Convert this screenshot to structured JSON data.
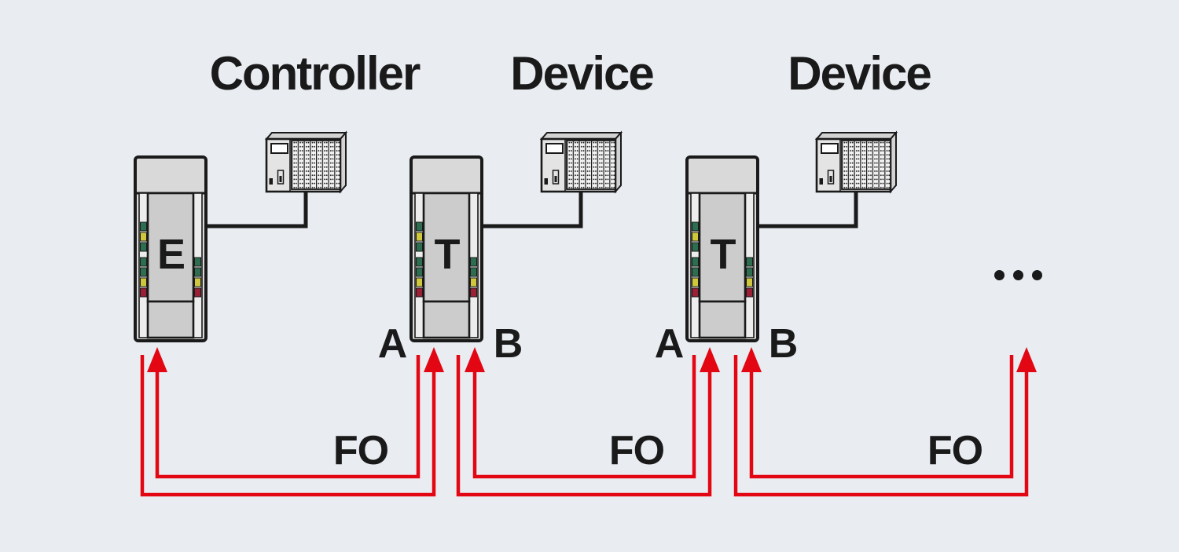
{
  "diagram": {
    "description": "Fiber optic ring topology with controller and devices",
    "headers": [
      {
        "label": "Controller"
      },
      {
        "label": "Device"
      },
      {
        "label": "Device"
      }
    ],
    "devices": [
      {
        "letter": "E",
        "role": "controller-module"
      },
      {
        "letter": "T",
        "role": "device-module",
        "port_a": "A",
        "port_b": "B"
      },
      {
        "letter": "T",
        "role": "device-module",
        "port_a": "A",
        "port_b": "B"
      }
    ],
    "fo_links": [
      {
        "label": "FO"
      },
      {
        "label": "FO"
      },
      {
        "label": "FO"
      }
    ],
    "continuation": "...",
    "colors": {
      "background": "#e9edf2",
      "fiber_red": "#e30613",
      "line_black": "#1a1a1a",
      "module_body": "#d8d9d8",
      "module_panel": "#cbcccb",
      "led_green": "#2d6e50",
      "led_yellow": "#cfc83c",
      "led_red": "#9b2035"
    }
  }
}
